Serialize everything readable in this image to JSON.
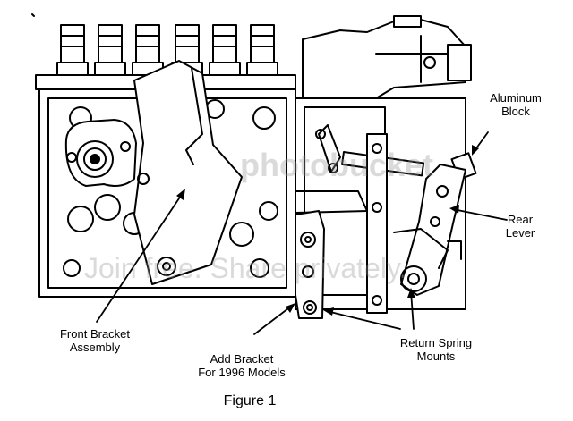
{
  "labels": {
    "aluminum_block": [
      "Aluminum",
      "Block"
    ],
    "rear_lever": [
      "Rear",
      "Lever"
    ],
    "front_bracket": [
      "Front Bracket",
      "Assembly"
    ],
    "add_bracket": [
      "Add Bracket",
      "For 1996 Models"
    ],
    "return_spring": [
      "Return Spring",
      "Mounts"
    ]
  },
  "caption": "Figure 1",
  "watermark": {
    "logo_text": "photobucket",
    "tagline": "Join free. Share privately."
  },
  "colors": {
    "ink": "#000000",
    "paper": "#ffffff",
    "watermark": "#969696"
  }
}
